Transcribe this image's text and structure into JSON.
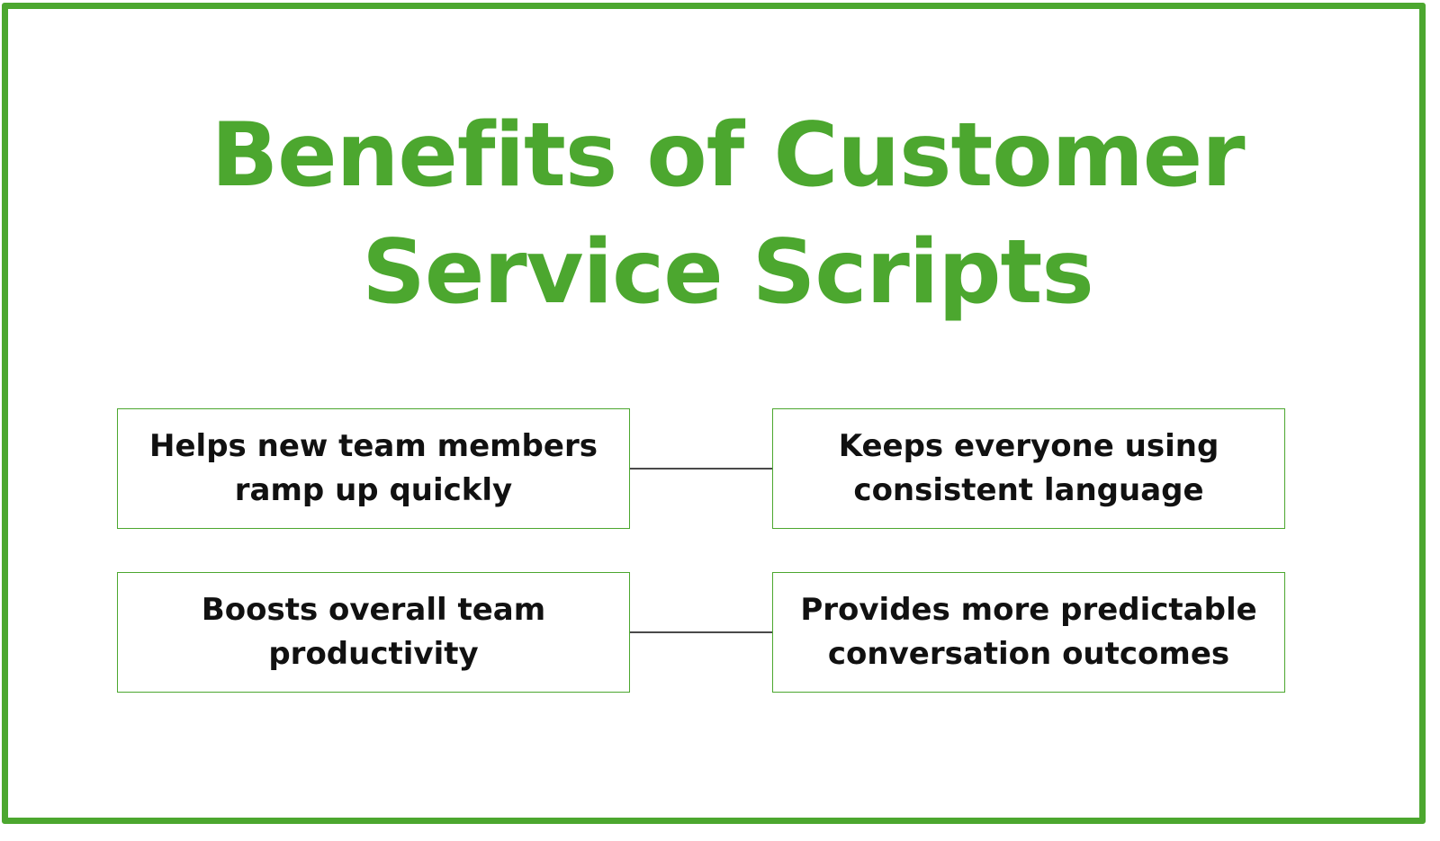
{
  "title": {
    "line1": "Benefits of Customer",
    "line2": "Service Scripts",
    "color": "#4ca72f"
  },
  "benefits": [
    {
      "text": "Helps new team members ramp up quickly"
    },
    {
      "text": "Keeps everyone using consistent language"
    },
    {
      "text": "Boosts overall team productivity"
    },
    {
      "text": "Provides more predictable conversation outcomes"
    }
  ],
  "colors": {
    "accent": "#4ca72f",
    "text": "#111111",
    "connector": "#4a4a4a",
    "background": "#ffffff"
  }
}
